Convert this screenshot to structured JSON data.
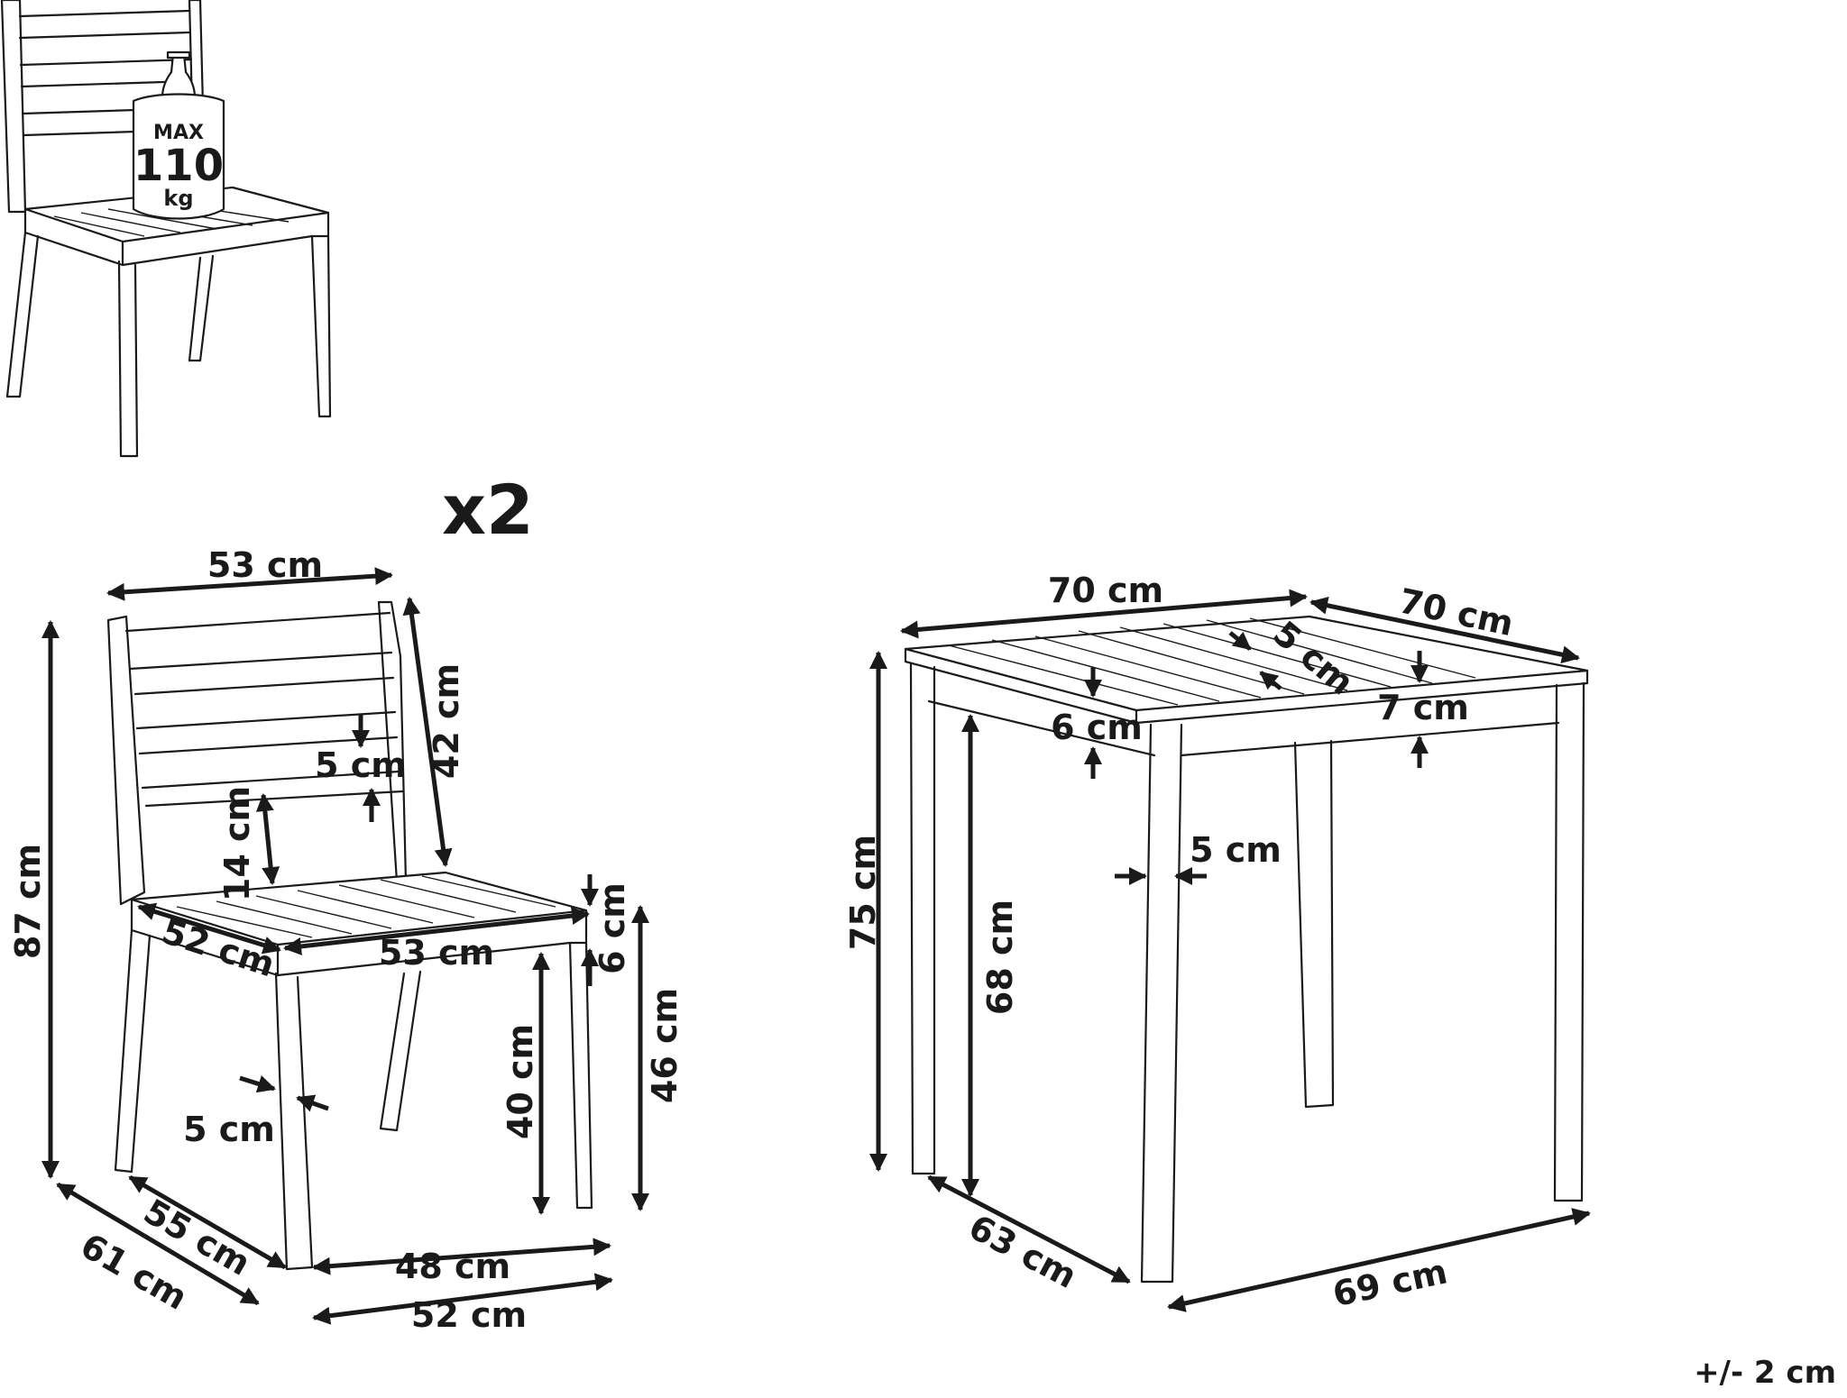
{
  "weight_badge": {
    "line1": "MAX",
    "line2": "110",
    "line3": "kg"
  },
  "quantity": "x2",
  "tolerance": "+/- 2 cm",
  "chair": {
    "backrest_width": "53 cm",
    "backrest_height": "42 cm",
    "total_height": "87 cm",
    "slat_gap": "5 cm",
    "lower_gap": "14 cm",
    "seat_depth": "52 cm",
    "seat_width": "53 cm",
    "seat_thickness": "6 cm",
    "seat_height": "46 cm",
    "leg_height": "40 cm",
    "leg_thickness": "5 cm",
    "inner_depth": "55 cm",
    "outer_depth": "61 cm",
    "inner_width": "48 cm",
    "outer_width": "52 cm"
  },
  "table": {
    "top_width": "70 cm",
    "top_depth": "70 cm",
    "slat_gap": "5 cm",
    "top_thickness": "6 cm",
    "apron_height": "7 cm",
    "leg_thickness": "5 cm",
    "total_height": "75 cm",
    "clearance": "68 cm",
    "base_depth": "63 cm",
    "base_width": "69 cm"
  }
}
